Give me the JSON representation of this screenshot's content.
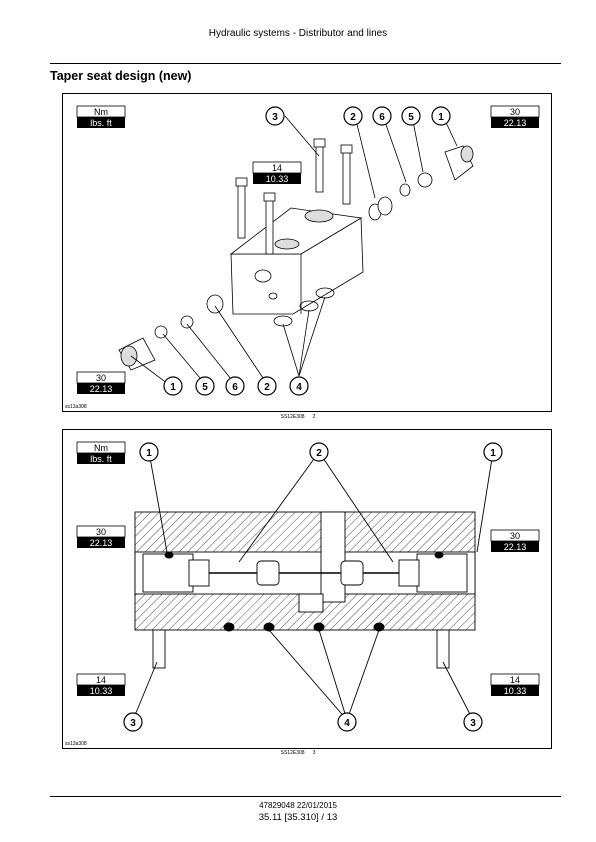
{
  "header": {
    "title": "Hydraulic systems - Distributor and lines"
  },
  "section": {
    "title": "Taper seat design (new)"
  },
  "legend": {
    "unit_nm": "Nm",
    "unit_lbsft": "lbs. ft"
  },
  "figure1": {
    "code": "ss13a308",
    "caption_code": "SS12E308",
    "caption_number": "2",
    "torque_a": {
      "nm": "30",
      "lbsft": "22.13"
    },
    "torque_b": {
      "nm": "14",
      "lbsft": "10.33"
    },
    "torque_c": {
      "nm": "30",
      "lbsft": "22.13"
    },
    "callouts_top": [
      "3",
      "2",
      "6",
      "5",
      "1"
    ],
    "callouts_bottom": [
      "1",
      "5",
      "6",
      "2",
      "4"
    ]
  },
  "figure2": {
    "code": "ss13a308",
    "caption_code": "SS12E308",
    "caption_number": "3",
    "torque_left": {
      "nm": "30",
      "lbsft": "22.13"
    },
    "torque_right": {
      "nm": "30",
      "lbsft": "22.13"
    },
    "torque_bottom_left": {
      "nm": "14",
      "lbsft": "10.33"
    },
    "torque_bottom_right": {
      "nm": "14",
      "lbsft": "10.33"
    },
    "callouts": {
      "top_left": "1",
      "top_center": "2",
      "top_right": "1",
      "bottom_left": "3",
      "bottom_center": "4",
      "bottom_right": "3"
    }
  },
  "footer": {
    "doc": "47829048 22/01/2015",
    "page": "35.11 [35.310] / 13"
  }
}
